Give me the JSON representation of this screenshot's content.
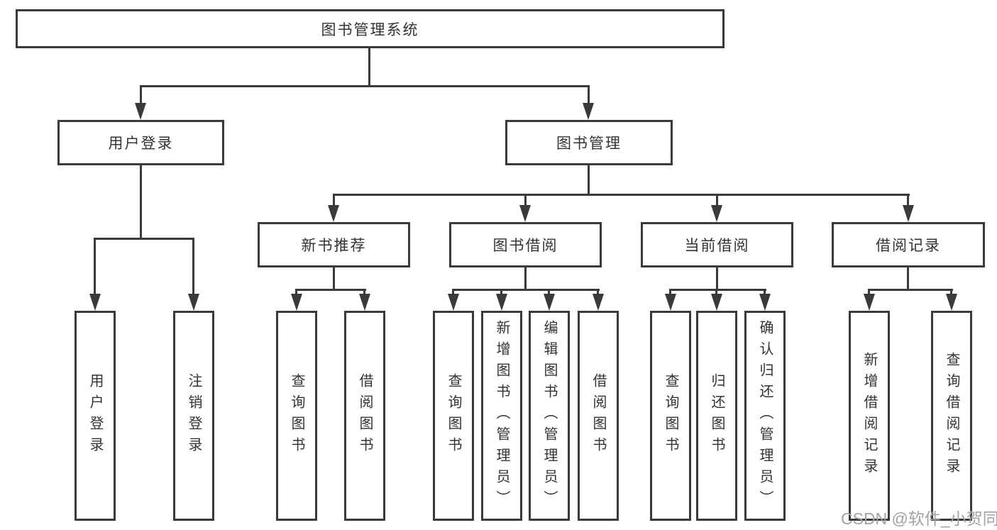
{
  "colors": {
    "line": "#3a3a3a",
    "text": "#333333",
    "watermark": "#a3a3a3",
    "bg": "#ffffff"
  },
  "tree": {
    "root": "图书管理系统",
    "user_login": {
      "label": "用户登录",
      "children": [
        "用户登录",
        "注销登录"
      ]
    },
    "book_mgmt": {
      "label": "图书管理",
      "groups": [
        {
          "label": "新书推荐",
          "children": [
            "查询图书",
            "借阅图书"
          ]
        },
        {
          "label": "图书借阅",
          "children": [
            "查询图书",
            "新增图书（管理员）",
            "编辑图书（管理员）",
            "借阅图书"
          ]
        },
        {
          "label": "当前借阅",
          "children": [
            "查询图书",
            "归还图书",
            "确认归还（管理员）"
          ]
        },
        {
          "label": "借阅记录",
          "children": [
            "新增借阅记录",
            "查询借阅记录"
          ]
        }
      ]
    }
  },
  "watermark": "CSDN @软件_小贺同学"
}
